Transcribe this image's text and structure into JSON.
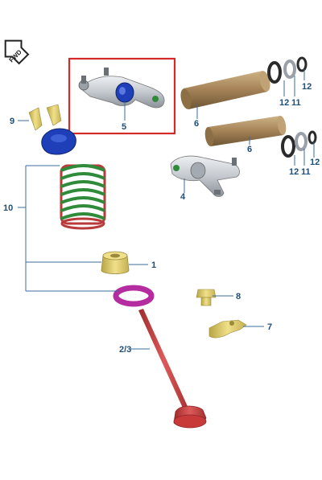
{
  "direction_badge": "FWD",
  "colors": {
    "label": "#1f4e79",
    "leader": "#3b6d98",
    "highlight_box": "#d42a2a",
    "rocker_metal": "#c8ccd2",
    "bronze": "#a8865a",
    "blue": "#1e3fb8",
    "green": "#2f8a3a",
    "yellow": "#e2cf6b",
    "magenta": "#b52ca0",
    "red": "#c83a3a",
    "seal_dark": "#2b2b2b",
    "seal_gray": "#9aa0a8"
  },
  "callouts": {
    "valve_collet": "1",
    "valve": "2/3",
    "rocker_arm_right": "4",
    "rocker_arm_left": "5",
    "rocker_shaft_upper": "6",
    "rocker_shaft_lower": "6",
    "rocker_arm_support_plate": "7",
    "rocker_bolt": "8",
    "valve_cotters": "9",
    "valve_spring_assembly": "10",
    "shim_upper": "11",
    "shim_lower": "11",
    "seal_upper_a": "12",
    "seal_upper_b": "12",
    "seal_lower_a": "12",
    "seal_lower_b": "12"
  },
  "icons": {
    "fwd": "arrow-badge-icon",
    "rocker": "rocker-arm-icon",
    "shaft": "cylinder-shaft-icon",
    "ring": "washer-ring-icon",
    "spring": "coil-spring-icon",
    "bolt": "hex-bolt-icon"
  }
}
